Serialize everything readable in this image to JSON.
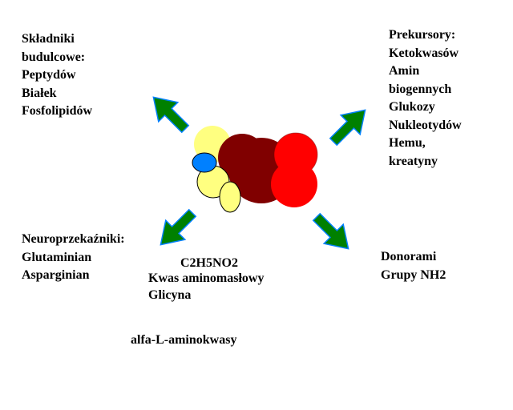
{
  "top_left": {
    "lines": [
      "Składniki",
      "budulcowe:",
      "Peptydów",
      "Białek",
      "Fosfolipidów"
    ]
  },
  "top_right": {
    "lines": [
      "Prekursory:",
      "Ketokwasów",
      "Amin",
      "biogennych",
      "Glukozy",
      "Nukleotydów",
      "Hemu,",
      "kreatyny"
    ]
  },
  "bottom_left": {
    "lines": [
      "Neuroprzekaźniki:",
      "Glutaminian",
      "Asparginian"
    ]
  },
  "bottom_right": {
    "lines": [
      "Donorami",
      "Grupy NH2"
    ]
  },
  "center": {
    "formula": "C2H5NO2",
    "name": "Kwas aminomasłowy",
    "name2": "Glicyna",
    "footer": "alfa-L-aminokwasy"
  },
  "colors": {
    "arrow": "#008000",
    "arrow_outline": "#0080ff",
    "carbon": "#800000",
    "oxygen": "#ff0000",
    "hydrogen": "#ffff80",
    "nitrogen": "#0080ff"
  }
}
